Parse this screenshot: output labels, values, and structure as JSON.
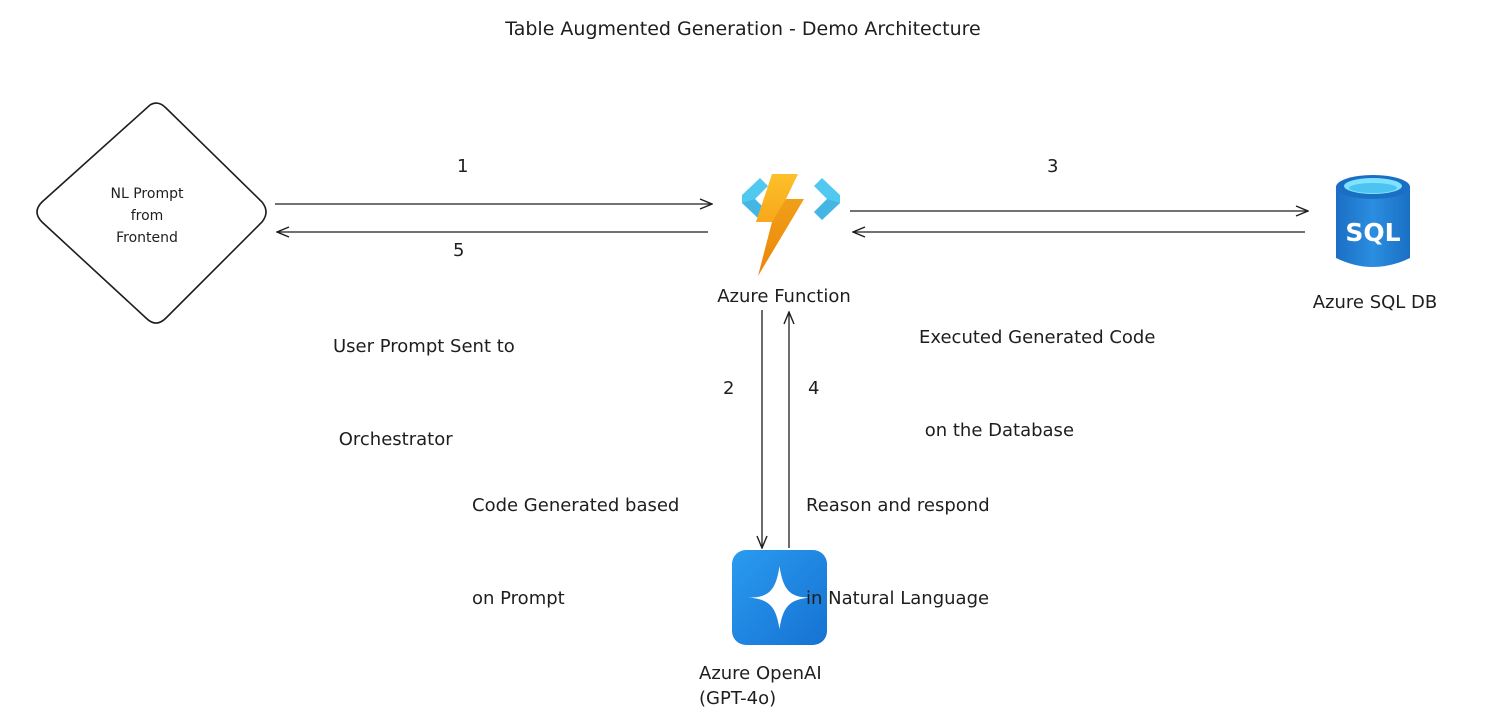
{
  "title": "Table Augmented Generation - Demo Architecture",
  "nodes": {
    "frontend": {
      "label_lines": [
        "NL Prompt",
        "from",
        "Frontend"
      ]
    },
    "function": {
      "label": "Azure Function",
      "icon": "azure-function-icon",
      "bolt_color": "#f7a80d",
      "bracket_color": "#50c8f0"
    },
    "sql": {
      "label": "Azure SQL DB",
      "icon": "sql-database-icon",
      "badge_text": "SQL",
      "color": "#1e88d8"
    },
    "openai": {
      "label_line1": "Azure OpenAI",
      "label_line2": "(GPT-4o)",
      "icon": "azure-openai-icon",
      "color": "#1e86e0"
    }
  },
  "steps": {
    "s1": "1",
    "s2": "2",
    "s3": "3",
    "s4": "4",
    "s5": "5"
  },
  "edge_labels": {
    "user_prompt": [
      "User Prompt Sent to",
      " Orchestrator"
    ],
    "executed": [
      "Executed Generated Code",
      " on the Database"
    ],
    "code_generated": [
      "Code Generated based",
      "on Prompt"
    ],
    "reason": [
      "Reason and respond",
      "in Natural Language"
    ]
  }
}
